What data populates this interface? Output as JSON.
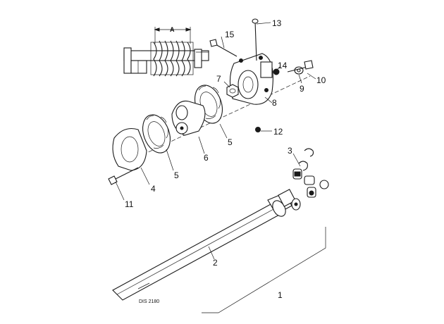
{
  "diagram": {
    "dimension_label": "A",
    "drawing_code": "DIS 2180",
    "callouts": {
      "c1": "1",
      "c2": "2",
      "c3": "3",
      "c4": "4",
      "c5a": "5",
      "c5b": "5",
      "c6": "6",
      "c7": "7",
      "c8": "8",
      "c9": "9",
      "c10": "10",
      "c11": "11",
      "c12": "12",
      "c13": "13",
      "c14": "14",
      "c15": "15"
    }
  }
}
